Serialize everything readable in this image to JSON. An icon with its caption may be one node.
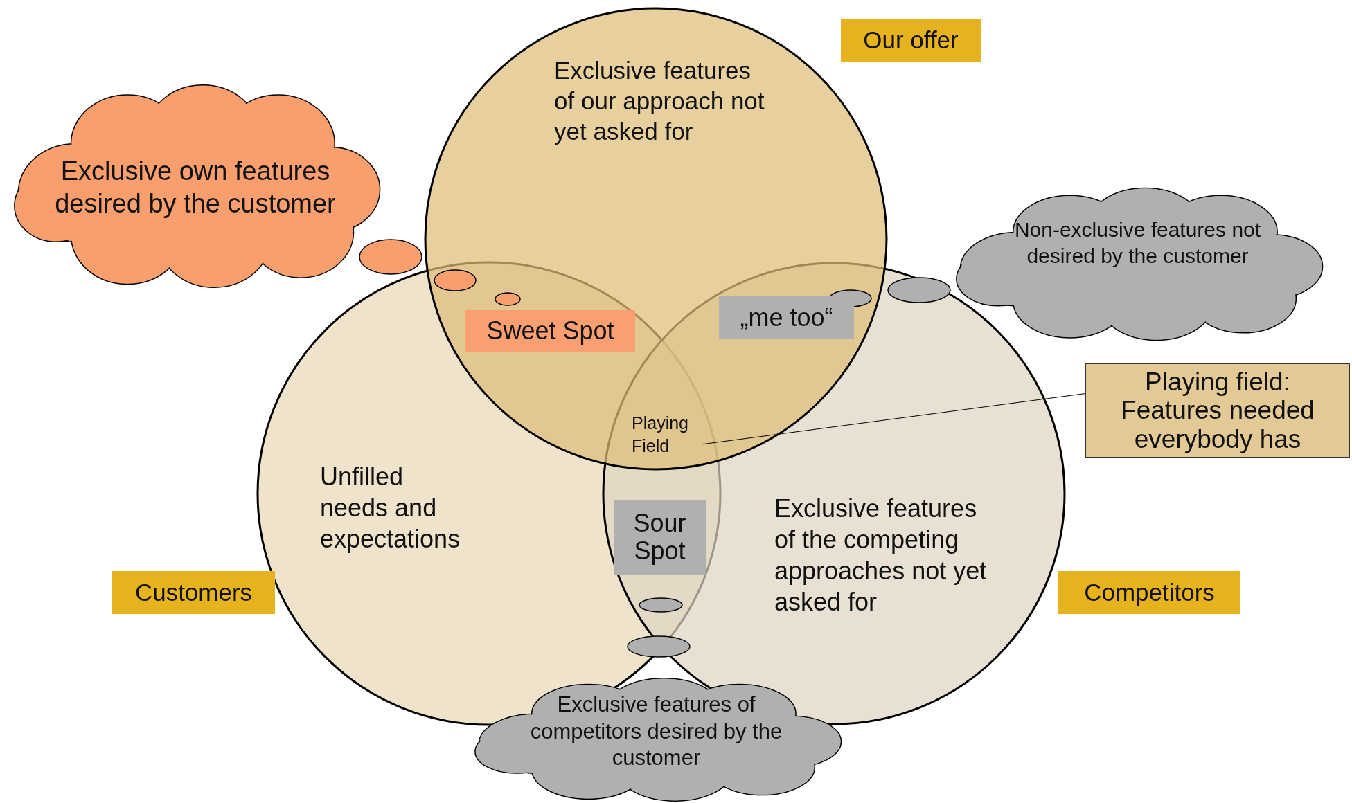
{
  "diagram": {
    "nodes": [
      {
        "text": [
          "Our offer",
          "Exclusive features of our approach not yet asked for"
        ]
      },
      {
        "text": [
          "Unfilled needs and expectations",
          "Customers"
        ]
      },
      {
        "text": [
          "Exclusive features of the competing approaches not yet asked for",
          "Competitors"
        ]
      },
      {
        "text": [
          "Sweet Spot"
        ]
      },
      {
        "text": [
          "„me too“"
        ]
      },
      {
        "text": [
          "Sour Spot"
        ]
      },
      {
        "text": [
          "Playing Field"
        ]
      },
      {
        "text": [
          "Playing field: Features needed everybody has"
        ]
      },
      {
        "text": [
          "Exclusive own features desired by the customer"
        ]
      },
      {
        "text": [
          "Non-exclusive features not desired by the customer"
        ]
      },
      {
        "text": [
          "Exclusive features of competitors desired by the customer"
        ]
      }
    ],
    "edges": [
      {
        "from": 6,
        "to": 7,
        "arrow": "none"
      }
    ]
  }
}
